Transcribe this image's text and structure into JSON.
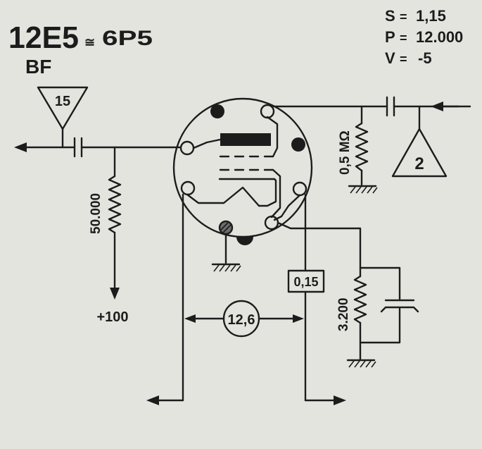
{
  "tube": {
    "type": "12E5",
    "equivalent_sep": "≅",
    "equivalent": "6P5",
    "function": "BF"
  },
  "specs": [
    {
      "key": "S",
      "eq": "=",
      "value": "1,15"
    },
    {
      "key": "P",
      "eq": "=",
      "value": "12.000"
    },
    {
      "key": "V",
      "eq": "=",
      "value": "-5"
    }
  ],
  "components": {
    "input_triangle": "15",
    "output_triangle": "2",
    "grid_leak": "0,5 MΩ",
    "plate_resistor": "50.000",
    "plate_supply": "+100",
    "filament_current": "0,15",
    "filament_voltage": "12,6",
    "cathode_resistor": "3.200"
  }
}
